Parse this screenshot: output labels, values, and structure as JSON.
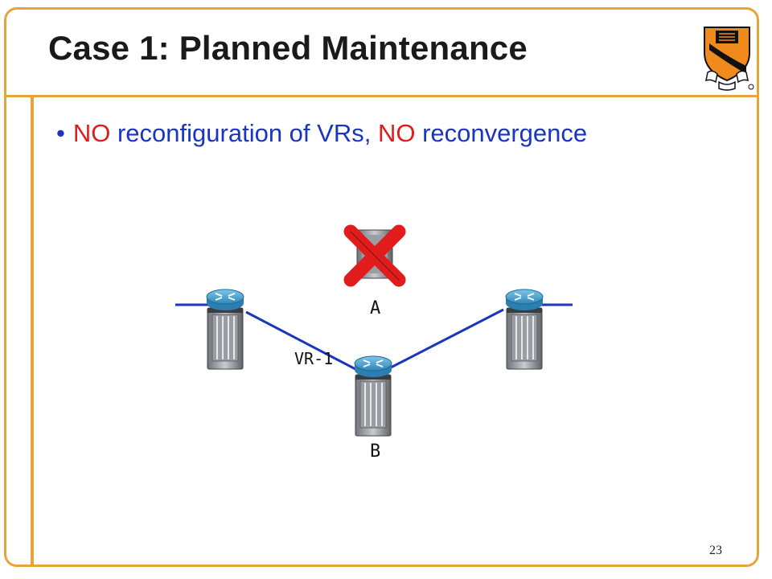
{
  "slide": {
    "title": "Case 1: Planned Maintenance",
    "page_number": "23",
    "accent_color": "#e8a33d"
  },
  "bullet": {
    "no_1": "NO",
    "text_1": "reconfiguration of VRs,",
    "no_2": "NO",
    "text_2": "reconvergence",
    "emphasis_color": "#e01c1c",
    "text_color": "#1a35c0"
  },
  "diagram": {
    "nodes": {
      "a": "A",
      "b": "B"
    },
    "link_label": "VR-1",
    "link_color": "#1a35c0",
    "failure_mark_color": "#e01c1c",
    "icons": [
      "router-icon",
      "router-icon",
      "router-icon",
      "router-icon",
      "x-mark-icon",
      "university-shield-icon"
    ]
  }
}
